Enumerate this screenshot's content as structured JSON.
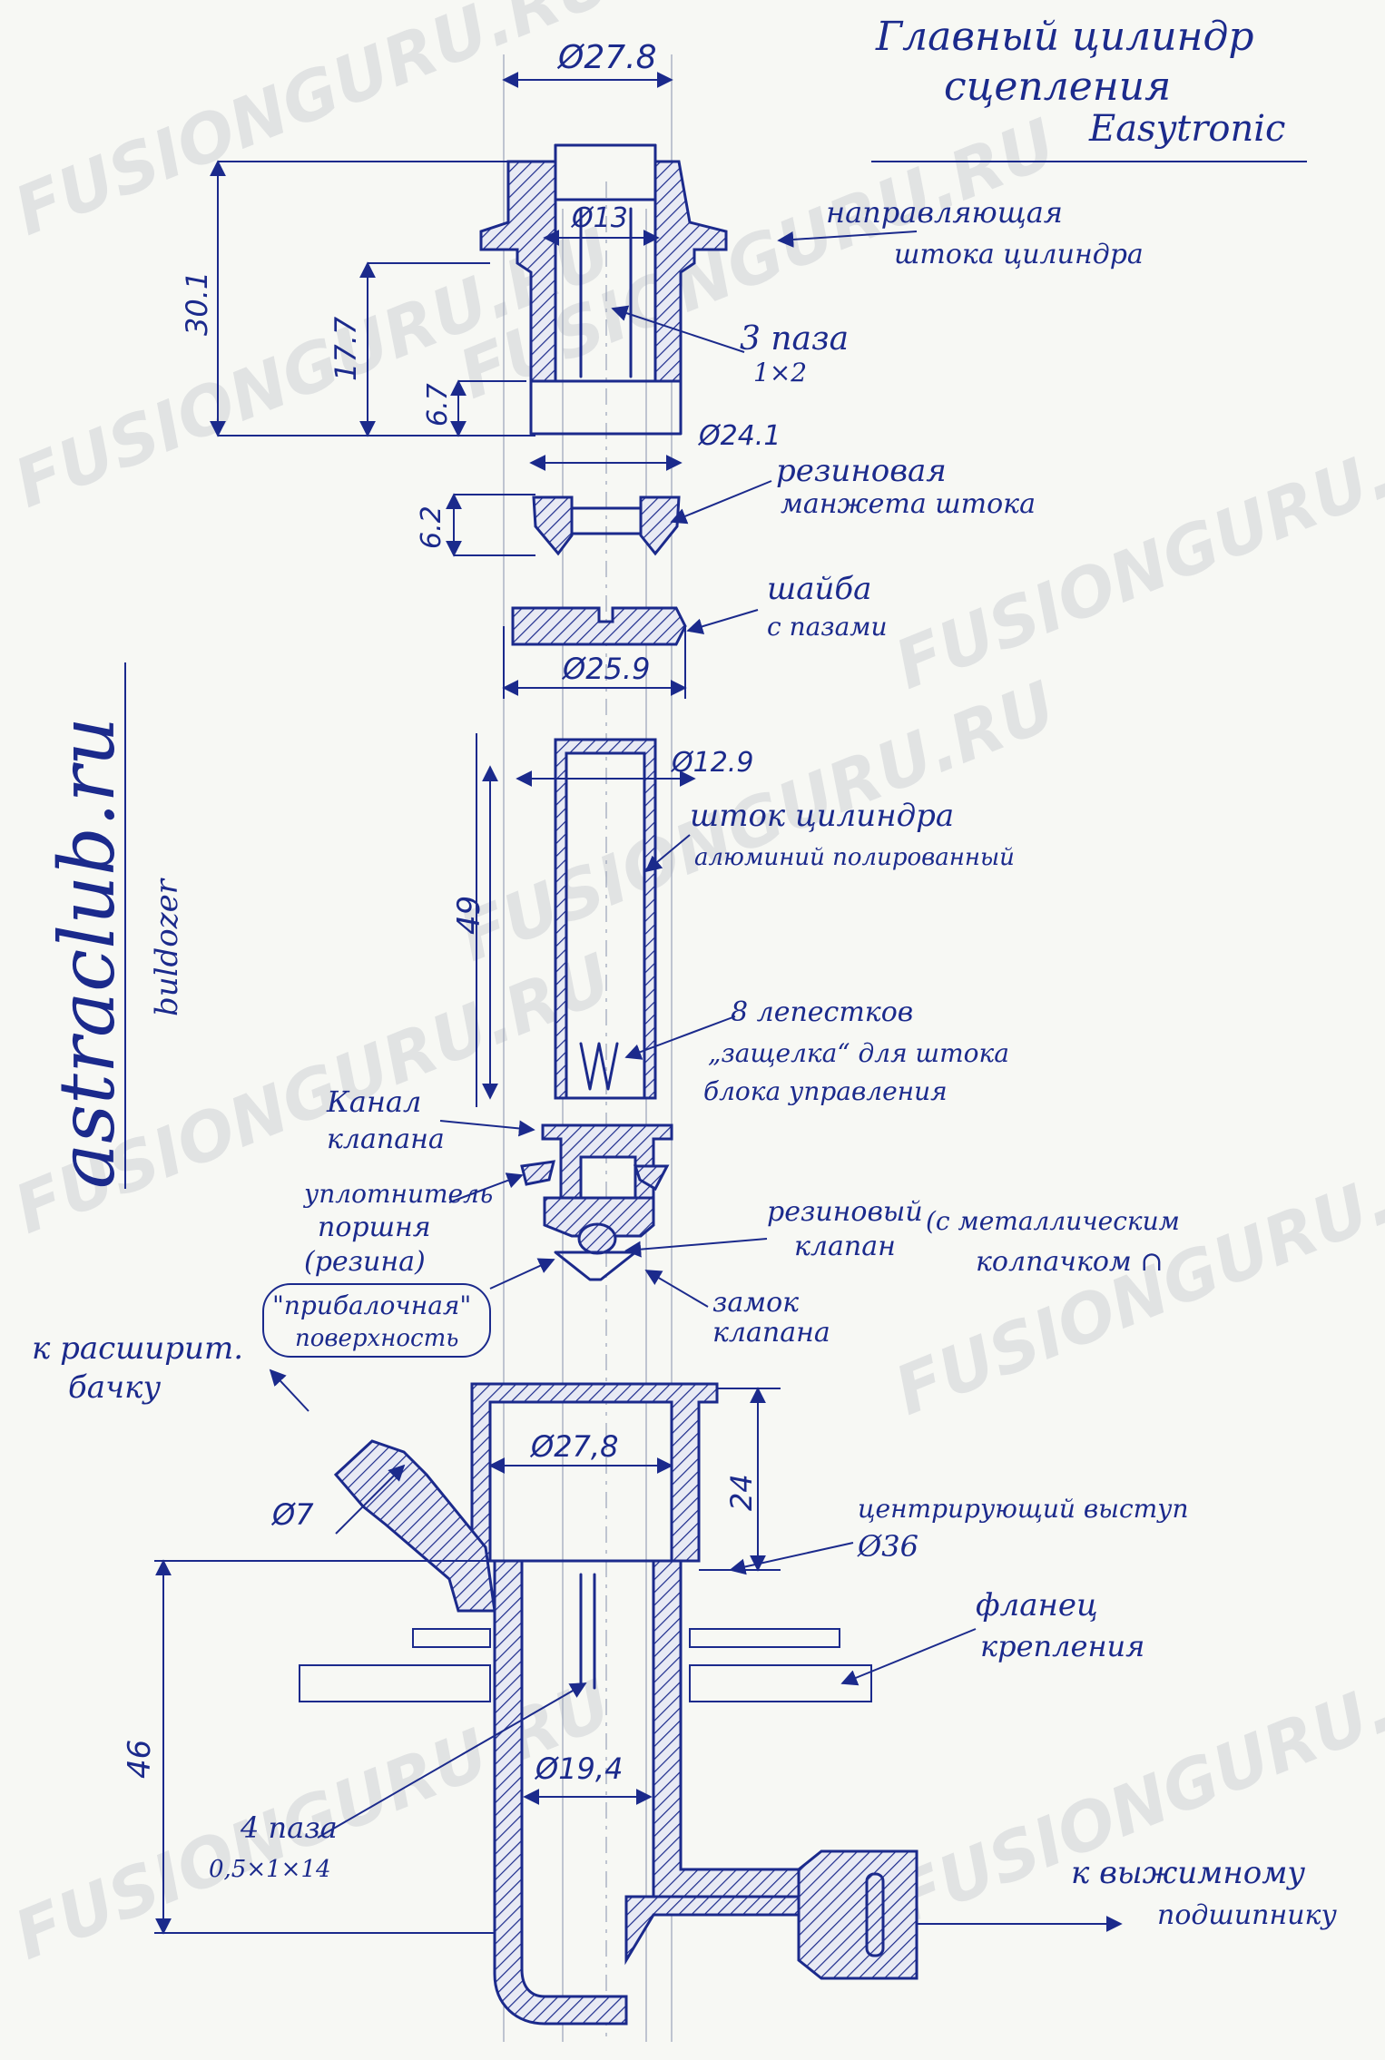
{
  "title": {
    "line1": "Главный цилиндр",
    "line2": "сцепления",
    "line3": "Easytronic"
  },
  "watermark": "FUSIONGURU.RU",
  "side_text": {
    "site": "astraclub.ru",
    "author": "buldozer"
  },
  "labels": {
    "guide1": "направляющая",
    "guide2": "штока цилиндра",
    "slots1": "3 паза",
    "slots2": "1×2",
    "cuff1": "резиновая",
    "cuff2": "манжета штока",
    "washer1": "шайба",
    "washer2": "с пазами",
    "rod1": "шток цилиндра",
    "rod2": "алюминий полированный",
    "petals1": "8 лепестков",
    "petals2": "„защелка“ для штока",
    "petals3": "блока управления",
    "channel1": "Канал",
    "channel2": "клапана",
    "seal1": "уплотнитель",
    "seal2": "поршня",
    "seal3": "(резина)",
    "valve1": "резиновый",
    "valve2": "клапан",
    "valve3": "(с металлическим",
    "valve4": "колпачком ∩",
    "lap1": "\"прибалочная\"",
    "lap2": "поверхность",
    "lock1": "замок",
    "lock2": "клапана",
    "tank1": "к расширит.",
    "tank2": "бачку",
    "center1": "центрирующий выступ",
    "center2": "Ø36",
    "flange1": "фланец",
    "flange2": "крепления",
    "slots4a": "4 паза",
    "slots4b": "0,5×1×14",
    "bearing1": "к выжимному",
    "bearing2": "подшипнику"
  },
  "dims": {
    "d278_top": "Ø27.8",
    "d13": "Ø13",
    "h301": "30.1",
    "h177": "17.7",
    "h67": "6.7",
    "d241": "Ø24.1",
    "h62": "6.2",
    "d259": "Ø25.9",
    "d129": "Ø12.9",
    "h49": "49",
    "d278_bot": "Ø27,8",
    "d7": "Ø7",
    "h24": "24",
    "h46": "46",
    "d194": "Ø19,4"
  }
}
